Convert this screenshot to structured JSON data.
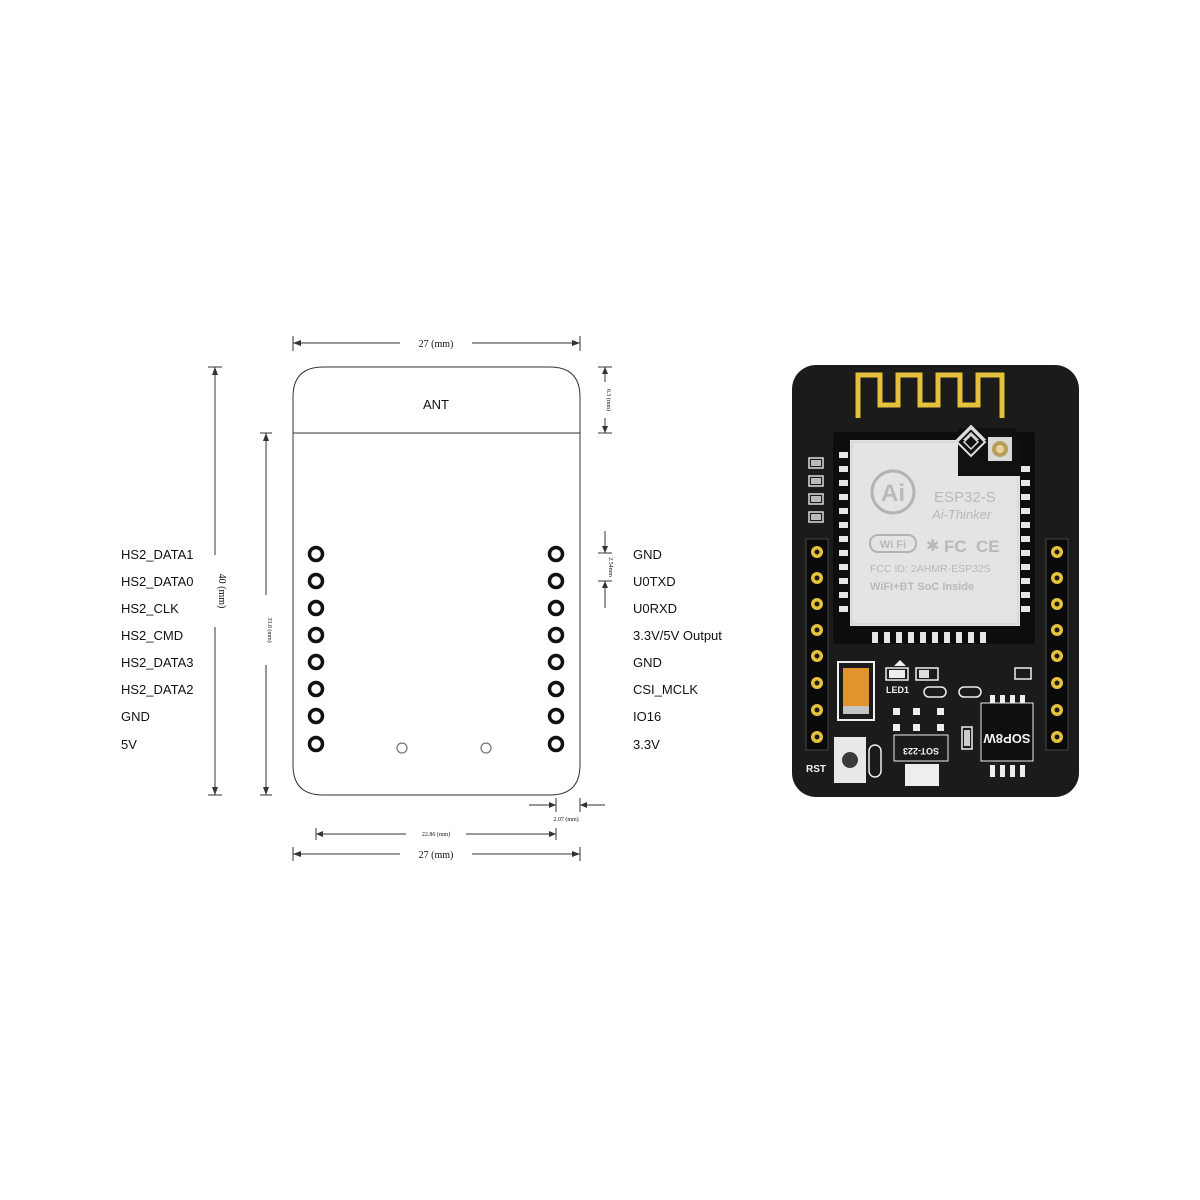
{
  "diagram": {
    "antenna_label": "ANT",
    "dimensions": {
      "width_top": "27 (mm)",
      "width_bottom": "27 (mm)",
      "height_total": "40 (mm)",
      "height_pins": "33.8 (mm)",
      "top_offset": "6.3 (mm)",
      "pin_pitch": "2.54mm",
      "pin_span": "22.86 (mm)",
      "edge_offset": "2.07 (mm)"
    },
    "left_pins": [
      "HS2_DATA1",
      "HS2_DATA0",
      "HS2_CLK",
      "HS2_CMD",
      "HS2_DATA3",
      "HS2_DATA2",
      "GND",
      "5V"
    ],
    "right_pins": [
      "GND",
      "U0TXD",
      "U0RXD",
      "3.3V/5V Output",
      "GND",
      "CSI_MCLK",
      "IO16",
      "3.3V"
    ]
  },
  "board": {
    "module_logo": "Ai",
    "module_name": "ESP32-S",
    "module_brand": "Ai-Thinker",
    "wifi_badge": "Wi Fi",
    "fcc_mark": "FC",
    "ce_mark": "CE",
    "fcc_id": "FCC ID: 2AHMR-ESP32S",
    "soc_text": "WiFi+BT SoC Inside",
    "led_label": "LED1",
    "rst_label": "RST",
    "sot_label": "SOT-223",
    "sop_label": "SOP8W",
    "colors": {
      "pcb": "#1b1b1b",
      "gold": "#e6c23c",
      "shield": "#e4e4e4",
      "cap": "#e2932c"
    }
  }
}
